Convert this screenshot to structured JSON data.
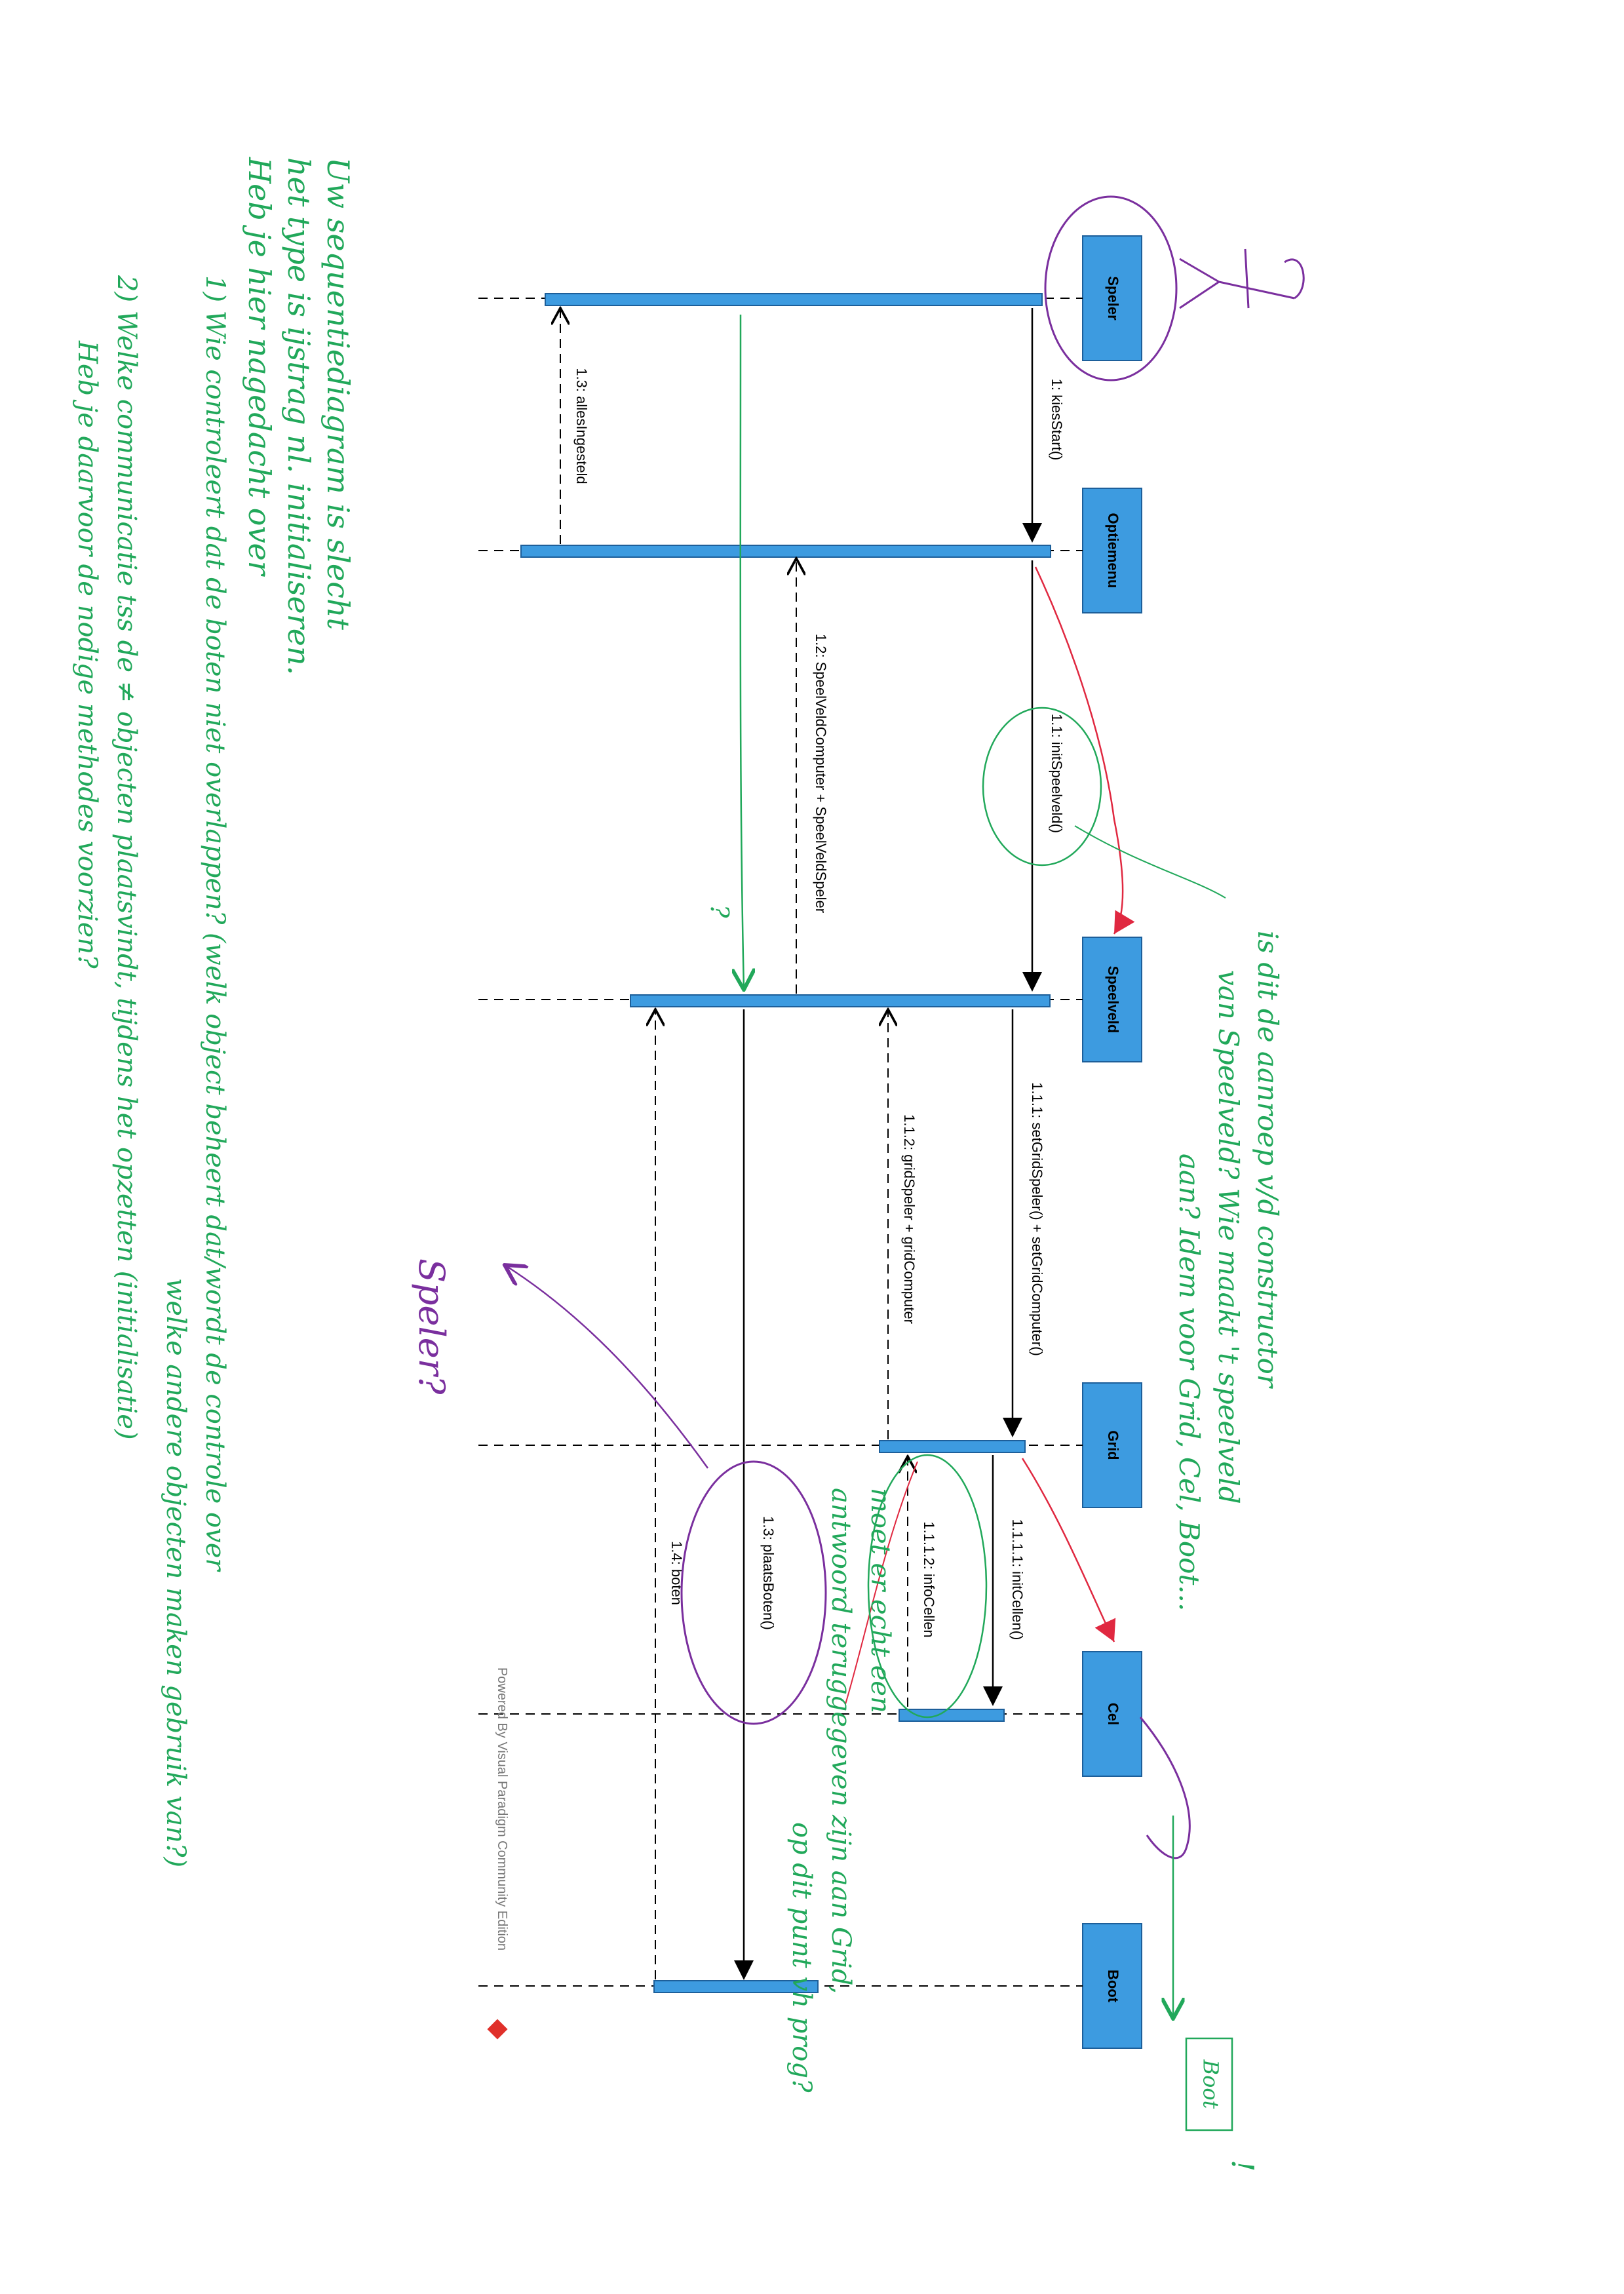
{
  "lifelines": [
    {
      "id": "speler",
      "label": "Speler"
    },
    {
      "id": "optiemenu",
      "label": "Optiemenu"
    },
    {
      "id": "speelveld",
      "label": "Speelveld"
    },
    {
      "id": "grid",
      "label": "Grid"
    },
    {
      "id": "cel",
      "label": "Cel"
    },
    {
      "id": "boot",
      "label": "Boot"
    }
  ],
  "messages": [
    {
      "id": "m1",
      "label": "1: kiesStart()"
    },
    {
      "id": "m11",
      "label": "1.1: initSpeelveld()"
    },
    {
      "id": "m111",
      "label": "1.1.1: setGridSpeler() + setGridComputer()"
    },
    {
      "id": "m1111",
      "label": "1.1.1.1: initCellen()"
    },
    {
      "id": "m1112",
      "label": "1.1.1.2: infoCellen"
    },
    {
      "id": "m112",
      "label": "1.1.2: gridSpeler + gridComputer"
    },
    {
      "id": "m12",
      "label": "1.2: SpeelVeldComputer + SpeelVeldSpeler"
    },
    {
      "id": "m13a",
      "label": "1.3: plaatsBoten()"
    },
    {
      "id": "m14",
      "label": "1.4: boten"
    },
    {
      "id": "m13b",
      "label": "1.3: allesIngesteld"
    }
  ],
  "footer": "Powered By Visual Paradigm Community Edition",
  "annotations": {
    "main_comment": [
      "Uw sequentiediagram is slecht",
      "het type is ijstrag nl. initialiseren.",
      "Heb je hier nagedacht over"
    ],
    "question_1": "1) Wie controleert dat de boten niet overlappen? (welk object beheert dat/wordt de controle over",
    "question_1_cont": "welke andere objecten maken gebruik van?)",
    "question_2": "2) Welke communicatie tss de ≠ objecten plaatsvindt, tijdens het opzetten (initialisatie)",
    "question_2_cont": "Heb je daarvoor de nodige methodes voorzien?",
    "constructor_note": [
      "is dit de aanroep v/d constructor",
      "van Speelveld? Wie maakt 't speelveld",
      "aan? Idem voor Grid, Cel, Boot..."
    ],
    "grid_note": [
      "moet er echt een",
      "antwoord teruggegeven zijn aan Grid,",
      "op dit punt vh prog?"
    ],
    "speler_note": "Speler?",
    "boot_box": "Boot",
    "question_mark": "?",
    "exclaim": "!"
  },
  "colors": {
    "lifeline_box": "#3d9be0",
    "activation": "#3d9be0",
    "annotation_green": "#21a85a",
    "annotation_purple": "#7a2f9e",
    "annotation_red": "#e02840"
  }
}
